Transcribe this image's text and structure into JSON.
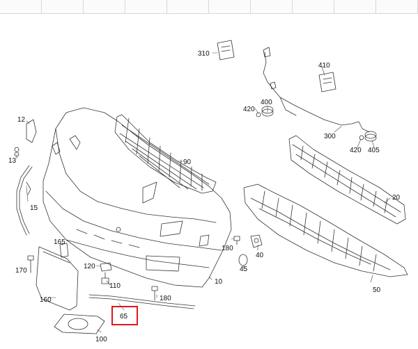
{
  "diagram": {
    "labels": [
      {
        "id": "310",
        "text": "310"
      },
      {
        "id": "410",
        "text": "410"
      },
      {
        "id": "400",
        "text": "400"
      },
      {
        "id": "420a",
        "text": "420"
      },
      {
        "id": "300",
        "text": "300"
      },
      {
        "id": "420b",
        "text": "420"
      },
      {
        "id": "405",
        "text": "405"
      },
      {
        "id": "12",
        "text": "12"
      },
      {
        "id": "13",
        "text": "13"
      },
      {
        "id": "15",
        "text": "15"
      },
      {
        "id": "90",
        "text": "90"
      },
      {
        "id": "20",
        "text": "20"
      },
      {
        "id": "165",
        "text": "165"
      },
      {
        "id": "170",
        "text": "170"
      },
      {
        "id": "120",
        "text": "120"
      },
      {
        "id": "110",
        "text": "110"
      },
      {
        "id": "180a",
        "text": "180"
      },
      {
        "id": "40",
        "text": "40"
      },
      {
        "id": "45",
        "text": "45"
      },
      {
        "id": "10",
        "text": "10"
      },
      {
        "id": "160",
        "text": "160"
      },
      {
        "id": "180b",
        "text": "180"
      },
      {
        "id": "50",
        "text": "50"
      },
      {
        "id": "65",
        "text": "65"
      },
      {
        "id": "100",
        "text": "100"
      }
    ],
    "highlighted_part": "65",
    "highlight_color": "#e0151b"
  }
}
